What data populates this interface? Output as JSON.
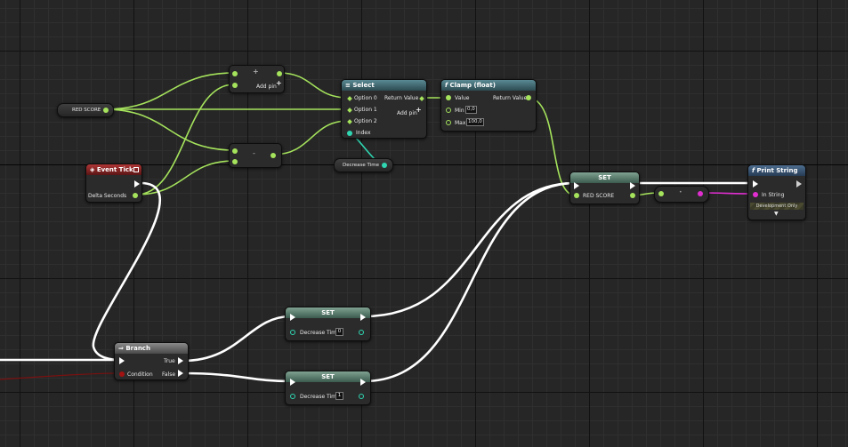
{
  "graph": {
    "red_score_var": {
      "label": "RED SCORE"
    },
    "decrease_time_var": {
      "label": "Decrease Time"
    },
    "add_node": {
      "symbol": "+",
      "add_pin": "Add pin",
      "add_pin_symbol": "+"
    },
    "sub_node": {
      "symbol": "-"
    },
    "select_node": {
      "title": "Select",
      "option0": "Option 0",
      "option1": "Option 1",
      "option2": "Option 2",
      "index": "Index",
      "return_value": "Return Value",
      "add_pin": "Add pin",
      "add_pin_symbol": "+"
    },
    "clamp_node": {
      "title": "Clamp (float)",
      "value": "Value",
      "min": "Min",
      "min_value": "0,0",
      "max": "Max",
      "max_value": "100,0",
      "return_value": "Return Value"
    },
    "event_tick": {
      "title": "Event Tick",
      "delta_seconds": "Delta Seconds"
    },
    "set_red": {
      "title": "SET",
      "pin_label": "RED SCORE"
    },
    "convert_node": {
      "symbol": "•"
    },
    "print_string": {
      "title": "Print String",
      "in_string": "In String",
      "dev_only": "Development Only",
      "expand": "▼"
    },
    "set_dt_true": {
      "title": "SET",
      "pin_label": "Decrease Time",
      "value": "0"
    },
    "set_dt_false": {
      "title": "SET",
      "pin_label": "Decrease Time",
      "value": "1"
    },
    "branch": {
      "title": "Branch",
      "true_label": "True",
      "false_label": "False",
      "condition": "Condition"
    }
  },
  "icons": {
    "select": "select-icon",
    "function": "function-icon",
    "event": "event-diamond-icon",
    "branch": "branch-icon"
  },
  "colors": {
    "float_pin": "#a5e35c",
    "int_pin": "#2fd6b1",
    "bool_pin": "#a31212",
    "string_pin": "#e02ed0",
    "exec": "#ffffff"
  }
}
